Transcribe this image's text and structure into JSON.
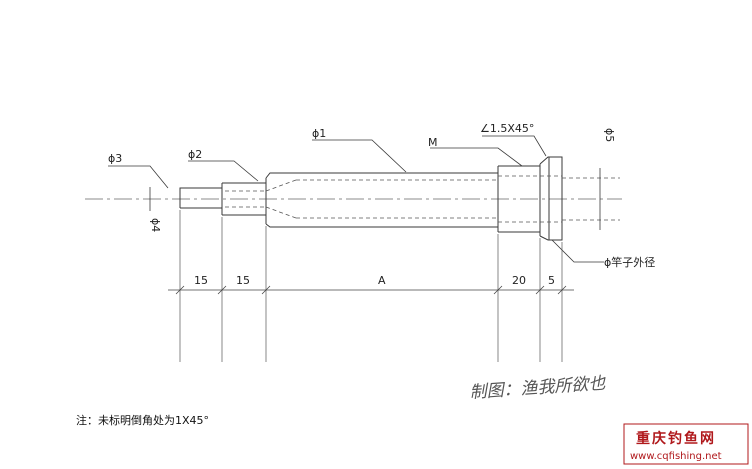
{
  "labels": {
    "phi3": "ϕ3",
    "phi2": "ϕ2",
    "phi1": "ϕ1",
    "m": "M",
    "chamfer": "∠1.5X45°",
    "phi5": "ϕ5",
    "phi4": "ϕ4",
    "rod_od": "ϕ竿子外径"
  },
  "dimensions": {
    "d1": "15",
    "d2": "15",
    "d3": "A",
    "d4": "20",
    "d5": "5"
  },
  "note": "注：未标明倒角处为1X45°",
  "signature": "制图：渔我所欲也",
  "watermark": {
    "title": "重庆钓鱼网",
    "url": "www.cqfishing.net",
    "accent": "#b0181b"
  },
  "colors": {
    "line": "#3a3a3a",
    "dashed": "#555555",
    "paper": "#ffffff"
  }
}
